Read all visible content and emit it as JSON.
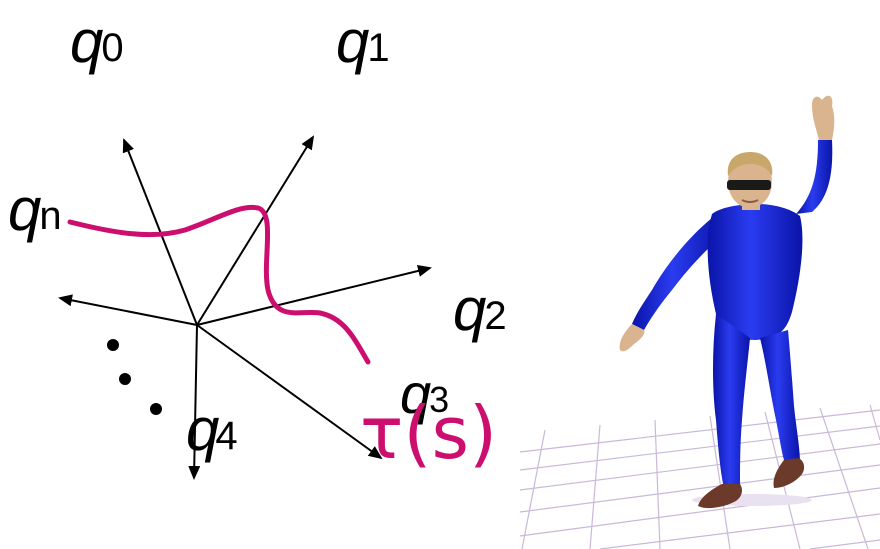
{
  "axes": {
    "q0": {
      "symbol": "q",
      "subscript": "0"
    },
    "q1": {
      "symbol": "q",
      "subscript": "1"
    },
    "qn": {
      "symbol": "q",
      "subscript": "n"
    },
    "q2": {
      "symbol": "q",
      "subscript": "2"
    },
    "q3": {
      "symbol": "q",
      "subscript": "3"
    },
    "q4": {
      "symbol": "q",
      "subscript": "4"
    }
  },
  "path_label": "τ(s)",
  "colors": {
    "path": "#cc0f6e",
    "axes": "#000000",
    "figure_body": "#1020d8",
    "figure_skin": "#d9b48f",
    "figure_hair": "#c8a86a",
    "figure_shoes": "#6b3a2a",
    "floor_grid": "#c9b8d8"
  },
  "figure": {
    "description_icon": "humanoid-figure-icon"
  }
}
